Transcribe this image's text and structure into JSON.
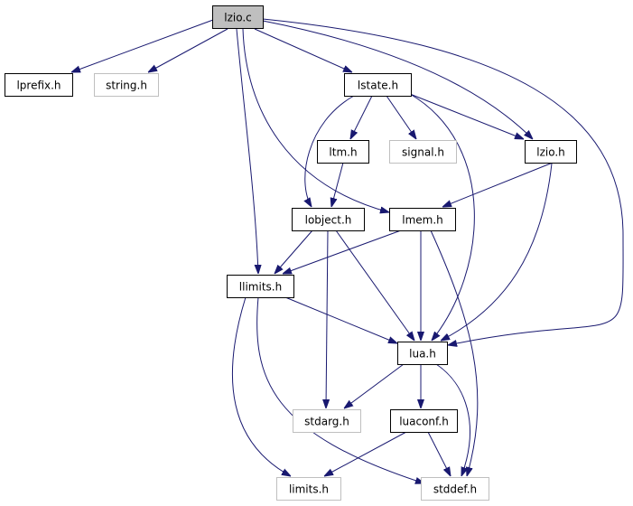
{
  "colors": {
    "edge": "#191970",
    "node_border": "#000000",
    "node_border_external": "#bfbfbf",
    "node_fill": "#ffffff",
    "root_fill": "#bfbfbf"
  },
  "nodes": {
    "lzio_c": {
      "label": "lzio.c",
      "kind": "root"
    },
    "lprefix_h": {
      "label": "lprefix.h",
      "kind": "project"
    },
    "string_h": {
      "label": "string.h",
      "kind": "external"
    },
    "lstate_h": {
      "label": "lstate.h",
      "kind": "project"
    },
    "ltm_h": {
      "label": "ltm.h",
      "kind": "project"
    },
    "signal_h": {
      "label": "signal.h",
      "kind": "external"
    },
    "lzio_h": {
      "label": "lzio.h",
      "kind": "project"
    },
    "lobject_h": {
      "label": "lobject.h",
      "kind": "project"
    },
    "lmem_h": {
      "label": "lmem.h",
      "kind": "project"
    },
    "llimits_h": {
      "label": "llimits.h",
      "kind": "project"
    },
    "lua_h": {
      "label": "lua.h",
      "kind": "project"
    },
    "stdarg_h": {
      "label": "stdarg.h",
      "kind": "external"
    },
    "luaconf_h": {
      "label": "luaconf.h",
      "kind": "project"
    },
    "limits_h": {
      "label": "limits.h",
      "kind": "external"
    },
    "stddef_h": {
      "label": "stddef.h",
      "kind": "external"
    }
  },
  "edges": [
    [
      "lzio_c",
      "lprefix_h"
    ],
    [
      "lzio_c",
      "string_h"
    ],
    [
      "lzio_c",
      "lstate_h"
    ],
    [
      "lzio_c",
      "lzio_h"
    ],
    [
      "lzio_c",
      "lmem_h"
    ],
    [
      "lzio_c",
      "llimits_h"
    ],
    [
      "lzio_c",
      "lua_h"
    ],
    [
      "lstate_h",
      "ltm_h"
    ],
    [
      "lstate_h",
      "signal_h"
    ],
    [
      "lstate_h",
      "lzio_h"
    ],
    [
      "lstate_h",
      "lobject_h"
    ],
    [
      "lstate_h",
      "lua_h"
    ],
    [
      "ltm_h",
      "lobject_h"
    ],
    [
      "lzio_h",
      "lmem_h"
    ],
    [
      "lzio_h",
      "lua_h"
    ],
    [
      "lobject_h",
      "llimits_h"
    ],
    [
      "lobject_h",
      "stdarg_h"
    ],
    [
      "lobject_h",
      "lua_h"
    ],
    [
      "lmem_h",
      "llimits_h"
    ],
    [
      "lmem_h",
      "lua_h"
    ],
    [
      "lmem_h",
      "stddef_h"
    ],
    [
      "llimits_h",
      "lua_h"
    ],
    [
      "llimits_h",
      "limits_h"
    ],
    [
      "llimits_h",
      "stddef_h"
    ],
    [
      "lua_h",
      "stdarg_h"
    ],
    [
      "lua_h",
      "luaconf_h"
    ],
    [
      "lua_h",
      "stddef_h"
    ],
    [
      "luaconf_h",
      "limits_h"
    ],
    [
      "luaconf_h",
      "stddef_h"
    ]
  ]
}
